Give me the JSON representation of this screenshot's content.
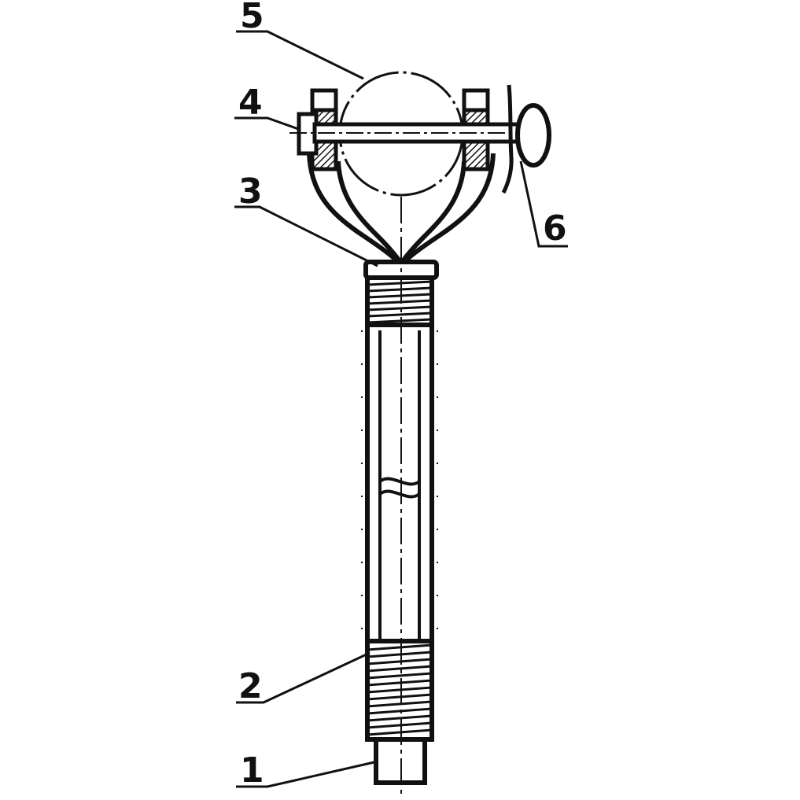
{
  "diagram": {
    "ink_color": "#111111",
    "background_color": "#ffffff",
    "callouts": [
      {
        "id": "1",
        "label": "1"
      },
      {
        "id": "2",
        "label": "2"
      },
      {
        "id": "3",
        "label": "3"
      },
      {
        "id": "4",
        "label": "4"
      },
      {
        "id": "5",
        "label": "5"
      },
      {
        "id": "6",
        "label": "6"
      }
    ]
  }
}
